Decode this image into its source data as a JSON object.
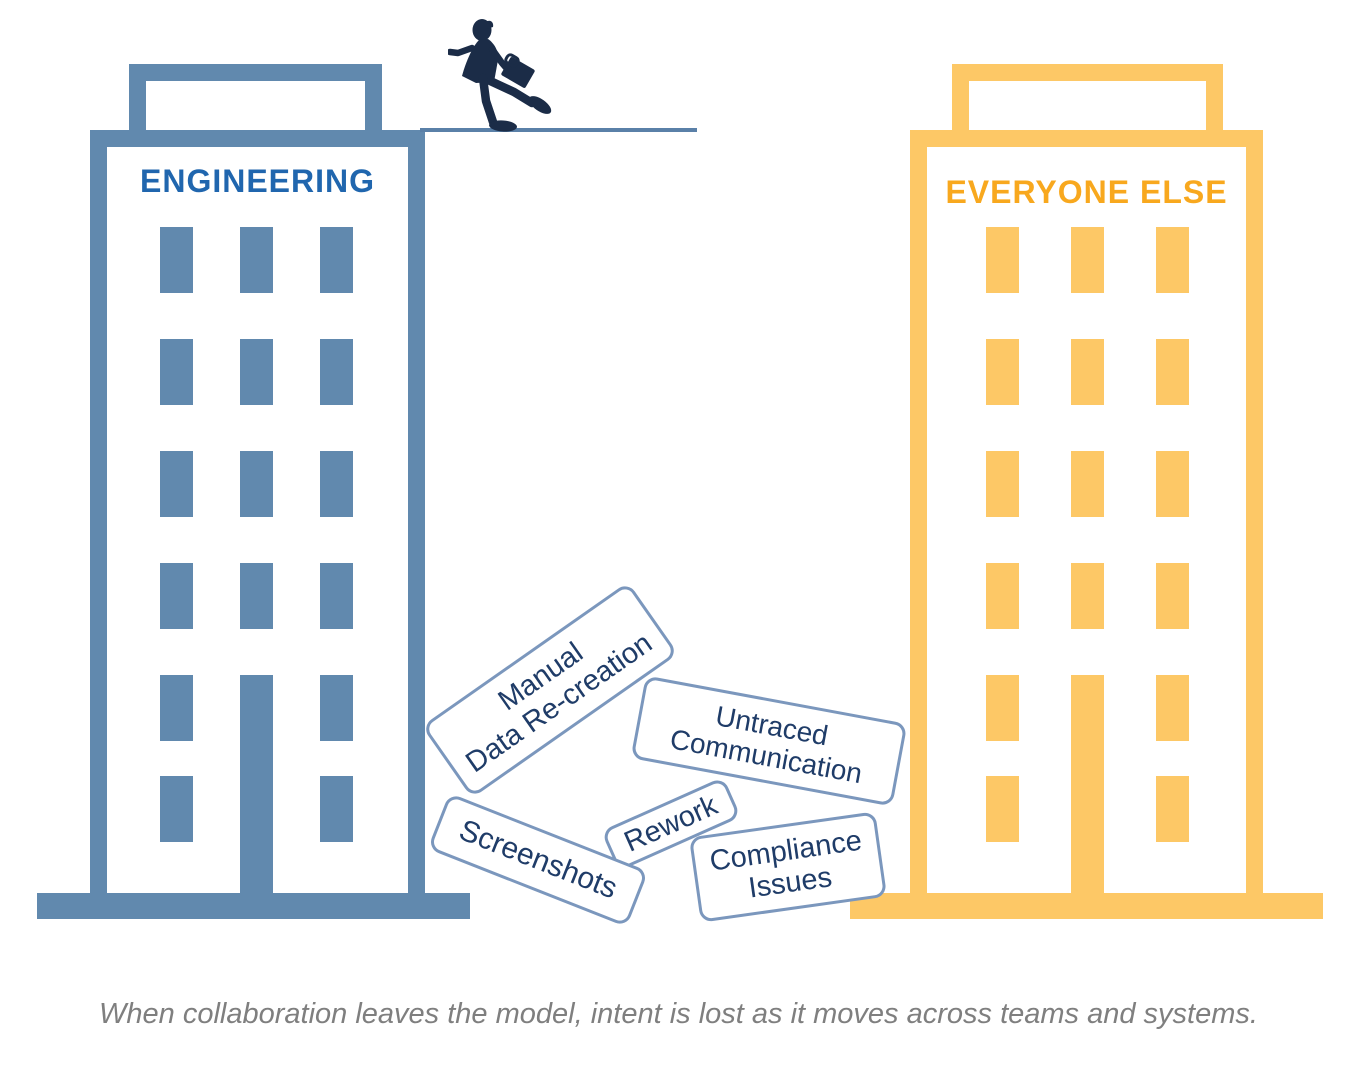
{
  "buildings": {
    "left": {
      "label": "ENGINEERING",
      "outline_color": "#6189ae",
      "label_color": "#2066ae"
    },
    "right": {
      "label": "EVERYONE ELSE",
      "outline_color": "#fdc866",
      "label_color": "#f8a81e"
    }
  },
  "walker": {
    "icon": "businessman-tightrope-walker-icon",
    "color": "#1b2c47"
  },
  "gap_labels": {
    "manual": {
      "line1": "Manual",
      "line2": "Data Re-creation"
    },
    "untraced": {
      "line1": "Untraced",
      "line2": "Communication"
    },
    "rework": {
      "line1": "Rework"
    },
    "screenshots": {
      "line1": "Screenshots"
    },
    "compliance": {
      "line1": "Compliance",
      "line2": "Issues"
    }
  },
  "caption": {
    "text": "When collaboration leaves the model, intent is lost as it moves across teams and systems."
  }
}
